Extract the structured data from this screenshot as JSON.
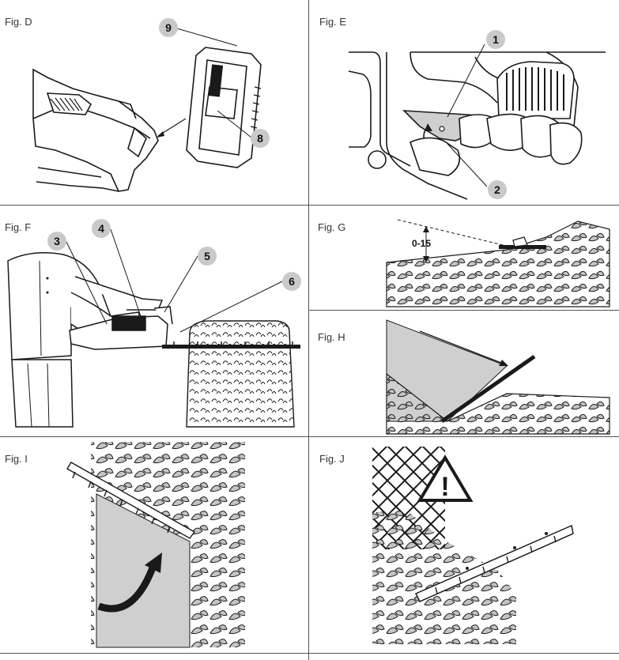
{
  "figures": {
    "d": {
      "label": "Fig. D",
      "callouts": [
        "9",
        "8"
      ]
    },
    "e": {
      "label": "Fig. E",
      "callouts": [
        "1",
        "2"
      ]
    },
    "f": {
      "label": "Fig. F",
      "callouts": [
        "3",
        "4",
        "5",
        "6"
      ]
    },
    "g": {
      "label": "Fig. G",
      "angle": "0-15"
    },
    "h": {
      "label": "Fig. H"
    },
    "i": {
      "label": "Fig. I"
    },
    "j": {
      "label": "Fig. J",
      "warning_symbol": "!"
    }
  },
  "colors": {
    "line": "#1a1a1a",
    "callout_fill": "#c9c9c9",
    "leaf_fill": "#c4c4c4",
    "shade_fill": "#cfcfcf"
  },
  "icons": [
    "warning-triangle-icon",
    "rotate-arrow-icon",
    "cut-direction-arrow-icon",
    "sweep-arrow-icon"
  ]
}
